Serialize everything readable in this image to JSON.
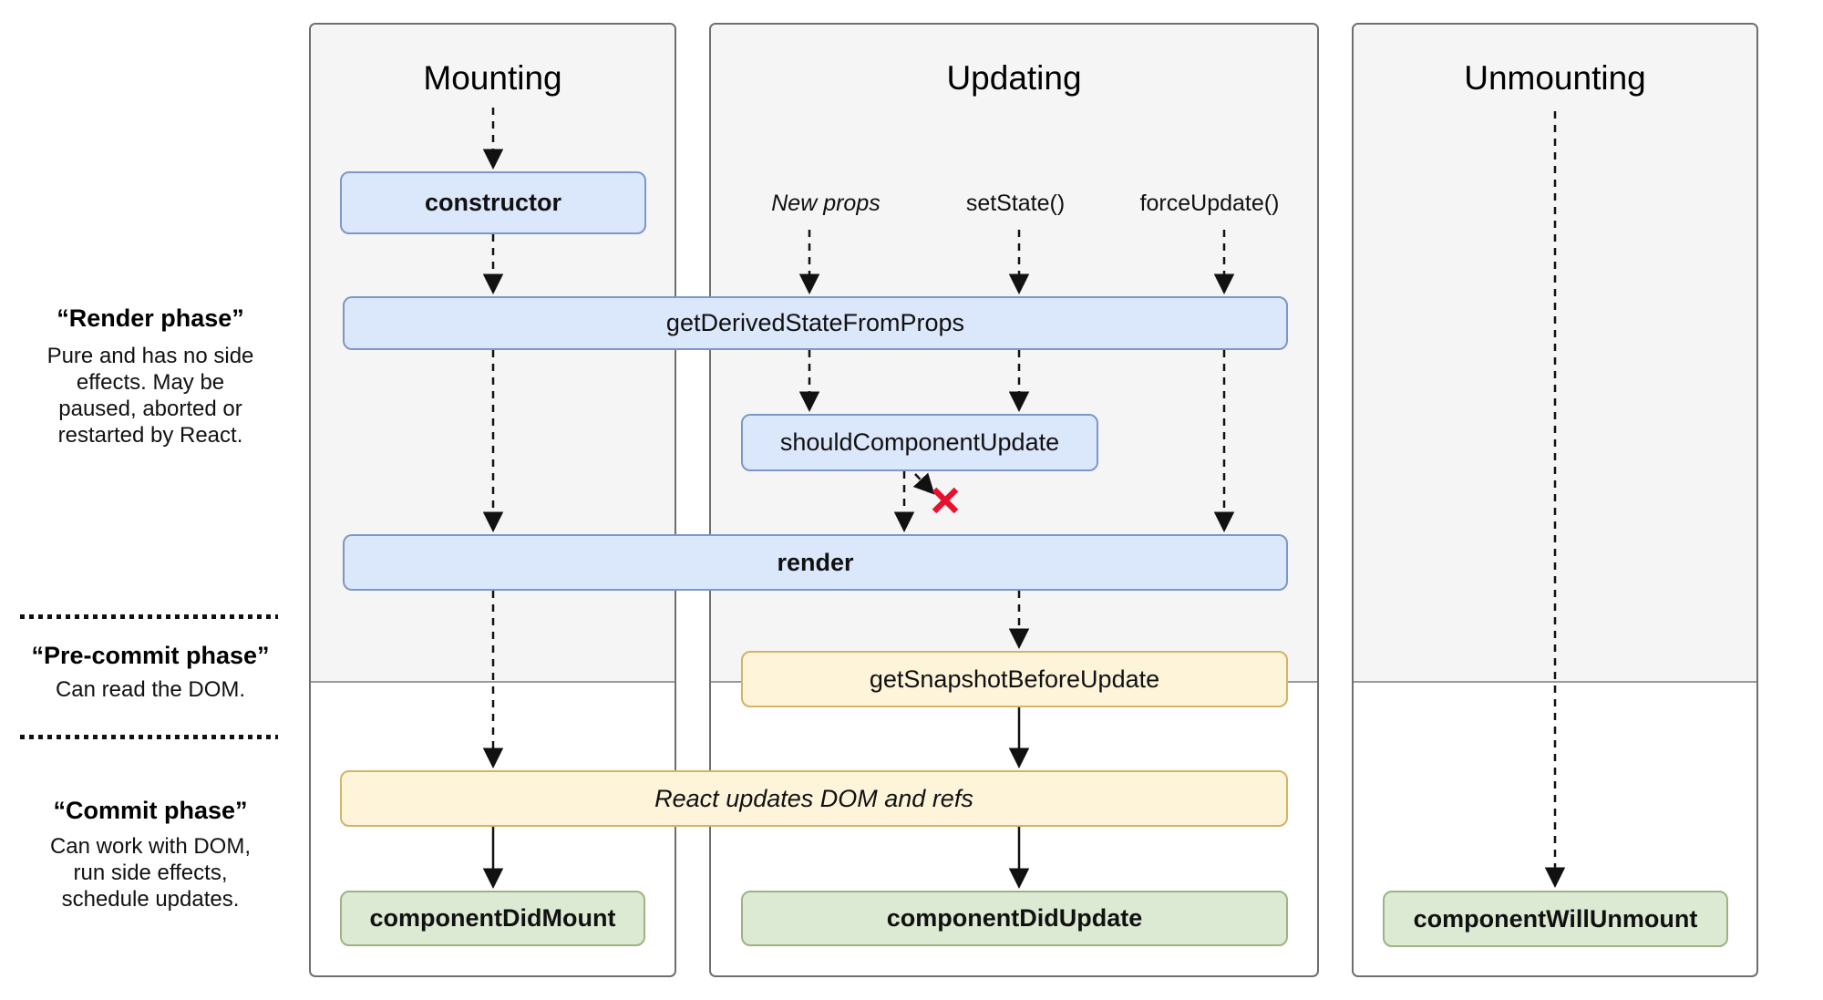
{
  "sidebar": {
    "render_phase": {
      "title": "“Render phase”",
      "description": "Pure and has no side\neffects. May be\npaused, aborted or\nrestarted by React."
    },
    "pre_commit_phase": {
      "title": "“Pre-commit phase”",
      "description": "Can read the DOM."
    },
    "commit_phase": {
      "title": "“Commit phase”",
      "description": "Can work with DOM,\nrun side effects,\nschedule updates."
    }
  },
  "columns": {
    "mounting": {
      "label": "Mounting"
    },
    "updating": {
      "label": "Updating"
    },
    "unmounting": {
      "label": "Unmounting"
    }
  },
  "triggers": {
    "new_props": {
      "label": "New props"
    },
    "set_state": {
      "label": "setState()"
    },
    "force_update": {
      "label": "forceUpdate()"
    }
  },
  "nodes": {
    "constructor": {
      "label": "constructor"
    },
    "get_derived_state_from_props": {
      "label": "getDerivedStateFromProps"
    },
    "should_component_update": {
      "label": "shouldComponentUpdate"
    },
    "render": {
      "label": "render"
    },
    "get_snapshot_before_update": {
      "label": "getSnapshotBeforeUpdate"
    },
    "react_updates_dom_and_refs": {
      "label": "React updates DOM and refs"
    },
    "component_did_mount": {
      "label": "componentDidMount"
    },
    "component_did_update": {
      "label": "componentDidUpdate"
    },
    "component_will_unmount": {
      "label": "componentWillUnmount"
    }
  },
  "icons": {
    "skip_update_mark": "red-x"
  },
  "colors": {
    "node_blue_fill": "#dbe7fb",
    "node_blue_border": "#7d97c6",
    "node_yellow_fill": "#fdf4da",
    "node_yellow_border": "#d3b367",
    "node_green_fill": "#dce9d3",
    "node_green_border": "#9db384",
    "panel_fill": "#f5f5f5",
    "panel_border": "#6e6e6e",
    "phase_divider": "#999999",
    "arrow": "#111111",
    "x_mark_red": "#e8112d",
    "text": "#111111"
  }
}
